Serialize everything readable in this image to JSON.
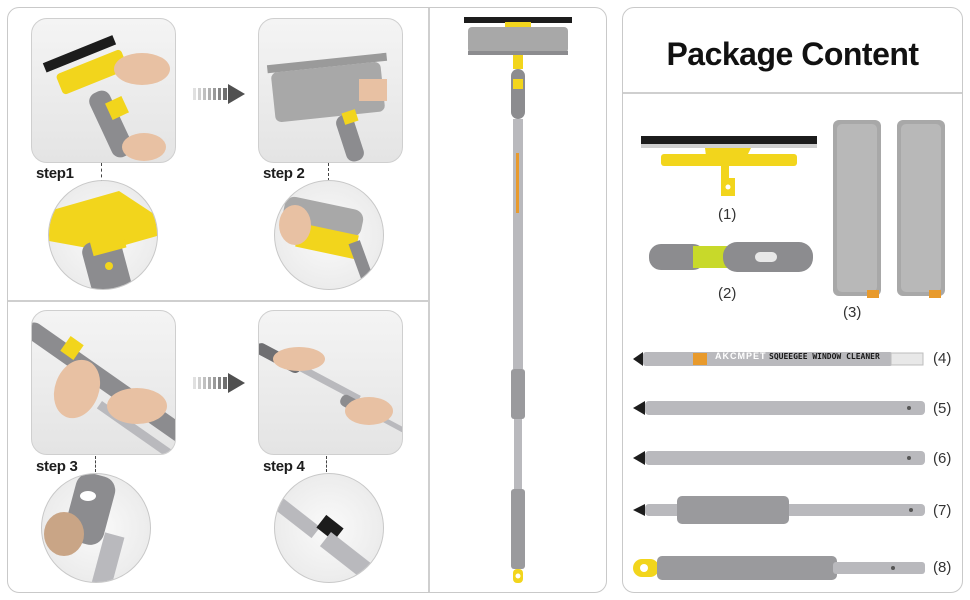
{
  "steps": [
    {
      "label": "step1"
    },
    {
      "label": "step 2"
    },
    {
      "label": "step 3"
    },
    {
      "label": "step 4"
    }
  ],
  "package": {
    "title": "Package Content",
    "items": [
      {
        "num": "(1)",
        "icon": "squeegee-head"
      },
      {
        "num": "(2)",
        "icon": "handle-grip"
      },
      {
        "num": "(3)",
        "icon": "microfiber-pads"
      },
      {
        "num": "(4)",
        "icon": "pole-top-section"
      },
      {
        "num": "(5)",
        "icon": "pole-section"
      },
      {
        "num": "(6)",
        "icon": "pole-section"
      },
      {
        "num": "(7)",
        "icon": "pole-section-grip"
      },
      {
        "num": "(8)",
        "icon": "pole-bottom-section"
      }
    ],
    "brand_text": "AKCMPET",
    "product_text": "SQUEEGEE WINDOW CLEANER"
  },
  "colors": {
    "accent_yellow": "#f2d51c",
    "pole_silver": "#b9b9bd",
    "grip_gray": "#8c8c8f",
    "pad_gray": "#a8a8a8",
    "orange_tab": "#e89a2c"
  }
}
